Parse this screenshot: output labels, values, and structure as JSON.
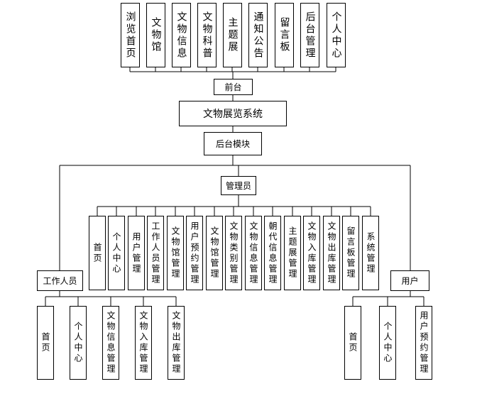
{
  "front": {
    "items": [
      "浏览首页",
      "文物馆",
      "文物信息",
      "文物科普",
      "主题展",
      "通知公告",
      "留言板",
      "后台管理",
      "个人中心"
    ],
    "label": "前台"
  },
  "system_title": "文物展览系统",
  "backend_label": "后台模块",
  "admin": {
    "label": "管理员",
    "items": [
      "首页",
      "个人中心",
      "用户管理",
      "工作人员管理",
      "文物馆管理",
      "用户预约管理",
      "文物馆管理",
      "文物类别管理",
      "文物信息管理",
      "朝代信息管理",
      "主题展管理",
      "文物入库管理",
      "文物出库管理",
      "留言板管理",
      "系统管理"
    ]
  },
  "staff": {
    "label": "工作人员",
    "items": [
      "首页",
      "个人中心",
      "文物信息管理",
      "文物入库管理",
      "文物出库管理"
    ]
  },
  "user": {
    "label": "用户",
    "items": [
      "首页",
      "个人中心",
      "用户预约管理"
    ]
  }
}
